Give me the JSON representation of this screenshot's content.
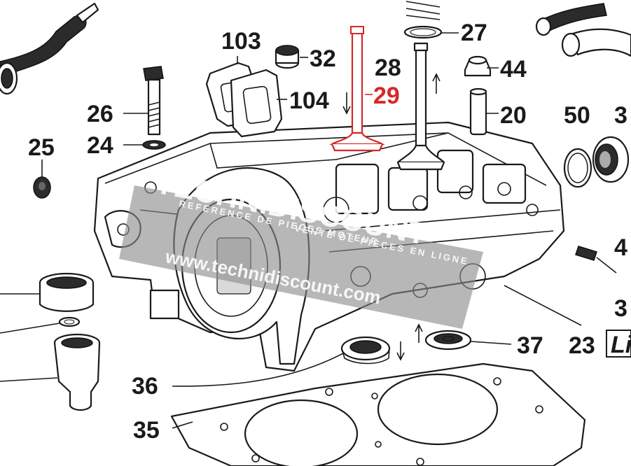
{
  "callouts": {
    "p103": "103",
    "p32": "32",
    "p27": "27",
    "p28": "28",
    "p44": "44",
    "p104": "104",
    "p29": "29",
    "p26": "26",
    "p20": "20",
    "p50": "50",
    "p3_top": "3",
    "p25": "25",
    "p24": "24",
    "p4": "4",
    "p3_bottom": "3",
    "p37": "37",
    "p23": "23",
    "p36": "36",
    "p35": "35",
    "li_box": "Li"
  },
  "watermark": {
    "brand": "TECHNIDISCOUNT",
    "tagline_1": "REFERENCE DE PIECES MOTEUR",
    "tagline_2": "VENTE DE PIECES EN LIGNE",
    "url": "www.technidiscount.com"
  },
  "colors": {
    "highlight": "#d62828",
    "ink": "#1a1a1a",
    "watermark_band": "#8a8a8a"
  },
  "highlighted_part": "29"
}
